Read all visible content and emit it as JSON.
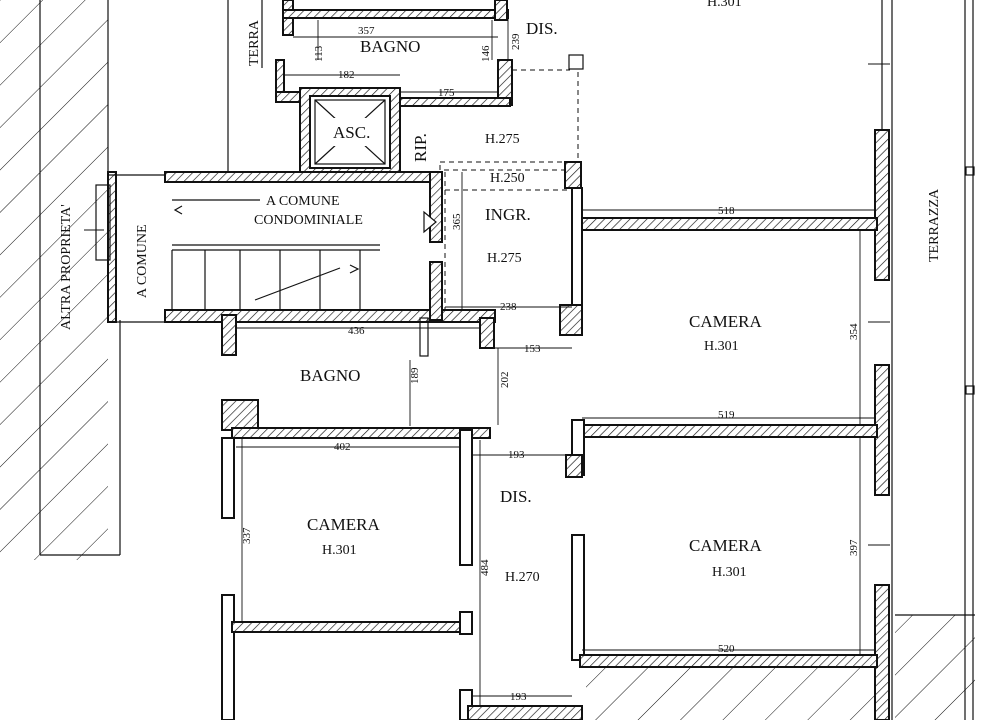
{
  "rooms": {
    "top_h": "H.301",
    "terrace_top": "TERRA",
    "terrace_right": "TERRAZZA",
    "other_property": "ALTRA PROPRIETA'",
    "a_comune": "A COMUNE",
    "bagno_top": "BAGNO",
    "dis_top": "DIS.",
    "asc": "ASC.",
    "rip": "RIP.",
    "h275_top": "H.275",
    "h250": "H.250",
    "common_1": "A COMUNE",
    "common_2": "CONDOMINIALE",
    "ingr": "INGR.",
    "ingr_h": "H.275",
    "camera1": "CAMERA",
    "camera1_h": "H.301",
    "bagno": "BAGNO",
    "camera2": "CAMERA",
    "camera2_h": "H.301",
    "dis": "DIS.",
    "dis_h": "H.270",
    "camera3": "CAMERA",
    "camera3_h": "H.301"
  },
  "dims": {
    "d357": "357",
    "d113": "113",
    "d146": "146",
    "d239": "239",
    "d182": "182",
    "d175": "175",
    "d365": "365",
    "d518": "518",
    "d238": "238",
    "d436": "436",
    "d153": "153",
    "d354": "354",
    "d189": "189",
    "d202": "202",
    "d519": "519",
    "d402": "402",
    "d193a": "193",
    "d337": "337",
    "d484": "484",
    "d397": "397",
    "d520": "520",
    "d193b": "193"
  }
}
